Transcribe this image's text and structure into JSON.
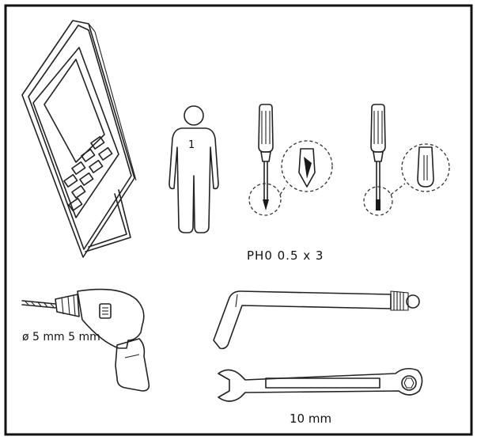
{
  "diagram": {
    "person_count": "1",
    "screwdriver_spec": "PH0 0.5 x 3",
    "drill_bit_spec": "ø 5 mm 5 mm",
    "wrench_size": "10 mm"
  },
  "icons": [
    "tablet-device-icon",
    "person-icon",
    "phillips-screwdriver-icon",
    "flathead-screwdriver-icon",
    "power-drill-icon",
    "hex-key-icon",
    "combination-wrench-icon"
  ]
}
